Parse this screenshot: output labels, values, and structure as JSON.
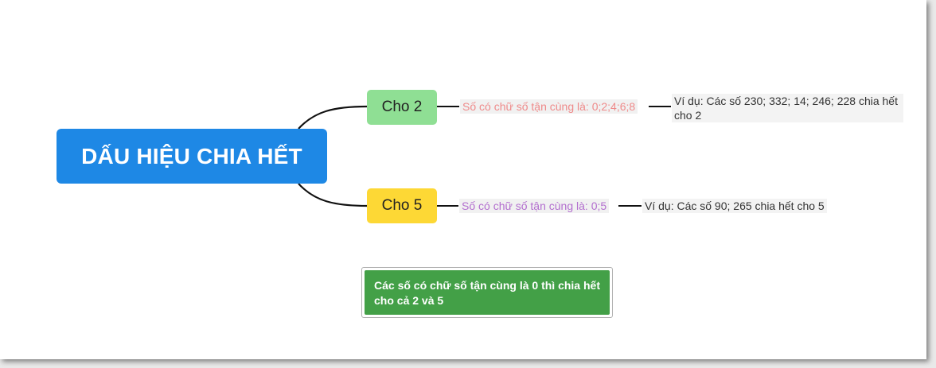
{
  "root": {
    "label": "DẤU HIỆU CHIA HẾT"
  },
  "branches": [
    {
      "label": "Cho 2",
      "rule": "Số có chữ số tận cùng là: 0;2;4;6;8",
      "example": "Ví dụ: Các số 230; 332; 14; 246; 228 chia hết cho 2"
    },
    {
      "label": "Cho 5",
      "rule": "Số có chữ số tận cùng là: 0;5",
      "example": "Ví dụ: Các số 90; 265 chia hết cho 5"
    }
  ],
  "note": {
    "text": "Các số có chữ số tận cùng là 0 thì chia hết cho cả 2 và 5"
  },
  "colors": {
    "root": "#1e88e5",
    "branch_2": "#8fdf94",
    "branch_5": "#fdd835",
    "rule_2_text": "#ef8a8a",
    "rule_5_text": "#b36fcf",
    "note": "#43a047"
  }
}
